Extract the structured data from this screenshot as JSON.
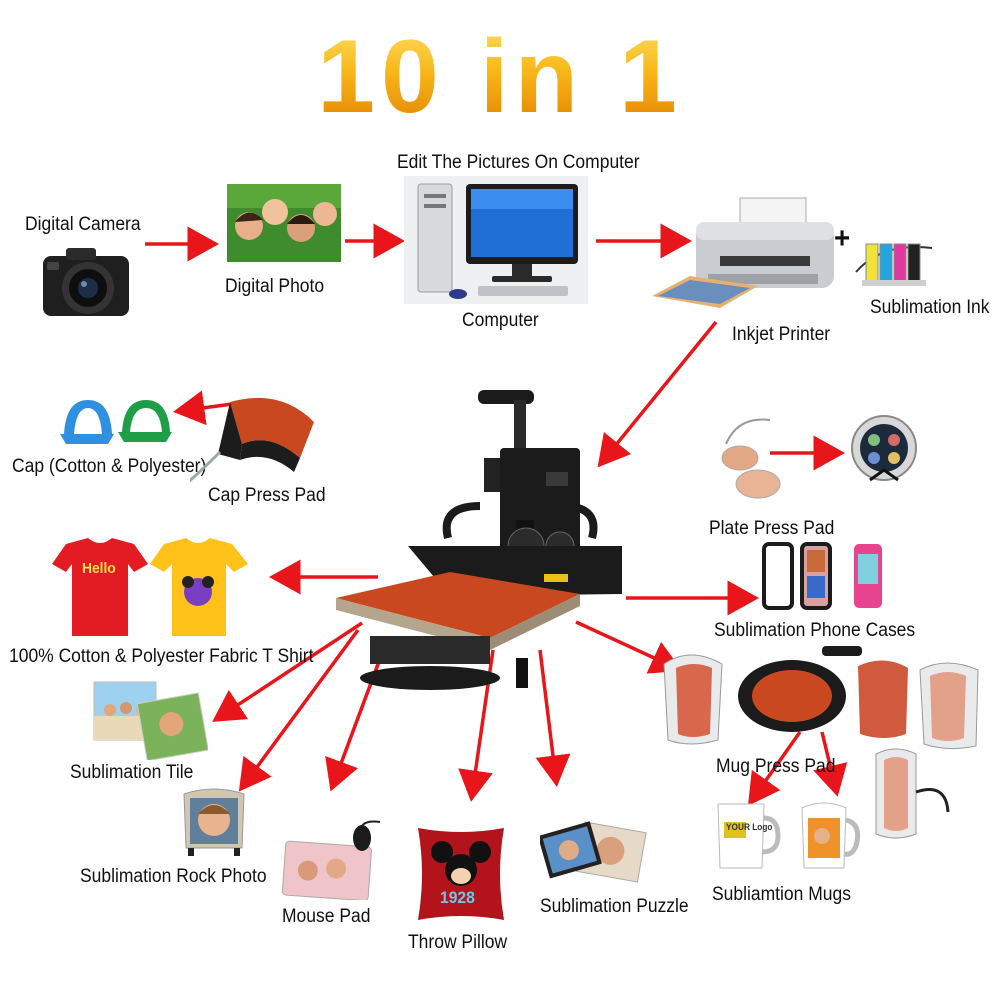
{
  "title": "10 in 1",
  "labels": {
    "digital_camera": "Digital Camera",
    "digital_photo": "Digital Photo",
    "edit_pictures": "Edit The Pictures On Computer",
    "computer": "Computer",
    "plus": "+",
    "inkjet_printer": "Inkjet Printer",
    "sublimation_ink": "Sublimation Ink",
    "cap": "Cap (Cotton & Polyester)",
    "cap_press_pad": "Cap Press Pad",
    "plate_press_pad": "Plate Press Pad",
    "tshirt": "100% Cotton & Polyester Fabric T Shirt",
    "phone_cases": "Sublimation Phone Cases",
    "tile": "Sublimation Tile",
    "mug_press_pad": "Mug Press Pad",
    "rock_photo": "Sublimation Rock Photo",
    "mouse_pad": "Mouse Pad",
    "throw_pillow": "Throw Pillow",
    "puzzle": "Sublimation Puzzle",
    "mugs": "Subliamtion Mugs"
  },
  "product_text": {
    "tshirt_print": "Hello",
    "mug_logo": "YOUR Logo",
    "pillow_print": "1928"
  },
  "colors": {
    "arrow": "#e8161b",
    "title_top": "#ffe36a",
    "title_bottom": "#e07a00",
    "platen": "#c9481f",
    "press_body": "#1b1b1b"
  }
}
